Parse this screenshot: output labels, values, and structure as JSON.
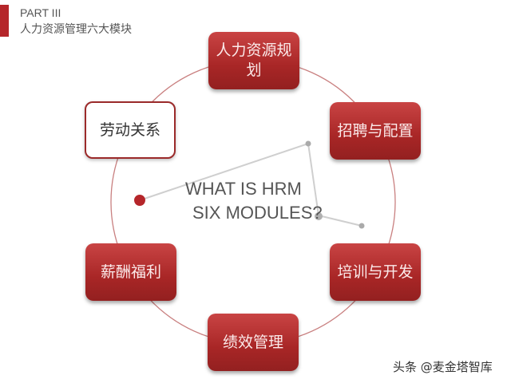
{
  "header": {
    "part": "PART III",
    "subtitle": "人力资源管理六大模块",
    "accent_color": "#b5262a"
  },
  "center": {
    "line1": "WHAT IS HRM",
    "line2": "SIX MODULES?"
  },
  "modules": [
    {
      "label": "人力资源规划",
      "style": "red"
    },
    {
      "label": "招聘与配置",
      "style": "red"
    },
    {
      "label": "培训与开发",
      "style": "red"
    },
    {
      "label": "绩效管理",
      "style": "red"
    },
    {
      "label": "薪酬福利",
      "style": "red"
    },
    {
      "label": "劳动关系",
      "style": "white"
    }
  ],
  "colors": {
    "box_red": "#a82626",
    "circle_line": "#c98080",
    "connector_gray": "#c8c8c8",
    "dot_red": "#b5262a",
    "dot_gray": "#aaaaaa"
  },
  "watermark": "头条 @麦金塔智库"
}
